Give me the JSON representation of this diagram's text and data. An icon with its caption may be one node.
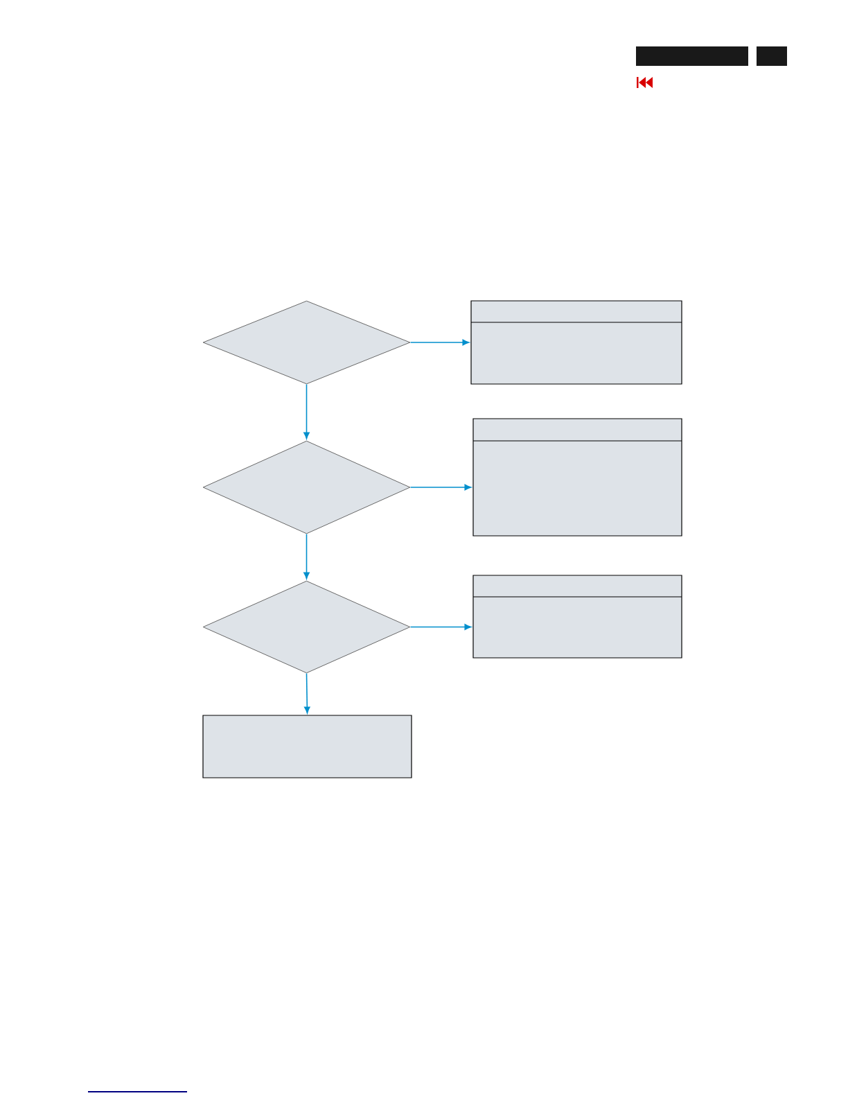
{
  "diagram": {
    "nodes": [
      {
        "text": [],
        "shape": "diamond"
      },
      {
        "text": [],
        "shape": "box"
      },
      {
        "text": [],
        "shape": "diamond"
      },
      {
        "text": [],
        "shape": "box"
      },
      {
        "text": [],
        "shape": "diamond"
      },
      {
        "text": [],
        "shape": "box"
      },
      {
        "text": [],
        "shape": "box"
      }
    ],
    "edges": [
      {
        "from": 0,
        "to": 1,
        "arrow": "to"
      },
      {
        "from": 0,
        "to": 2,
        "arrow": "to"
      },
      {
        "from": 2,
        "to": 3,
        "arrow": "to"
      },
      {
        "from": 2,
        "to": 4,
        "arrow": "to"
      },
      {
        "from": 4,
        "to": 5,
        "arrow": "to"
      },
      {
        "from": 4,
        "to": 6,
        "arrow": "to"
      }
    ]
  }
}
